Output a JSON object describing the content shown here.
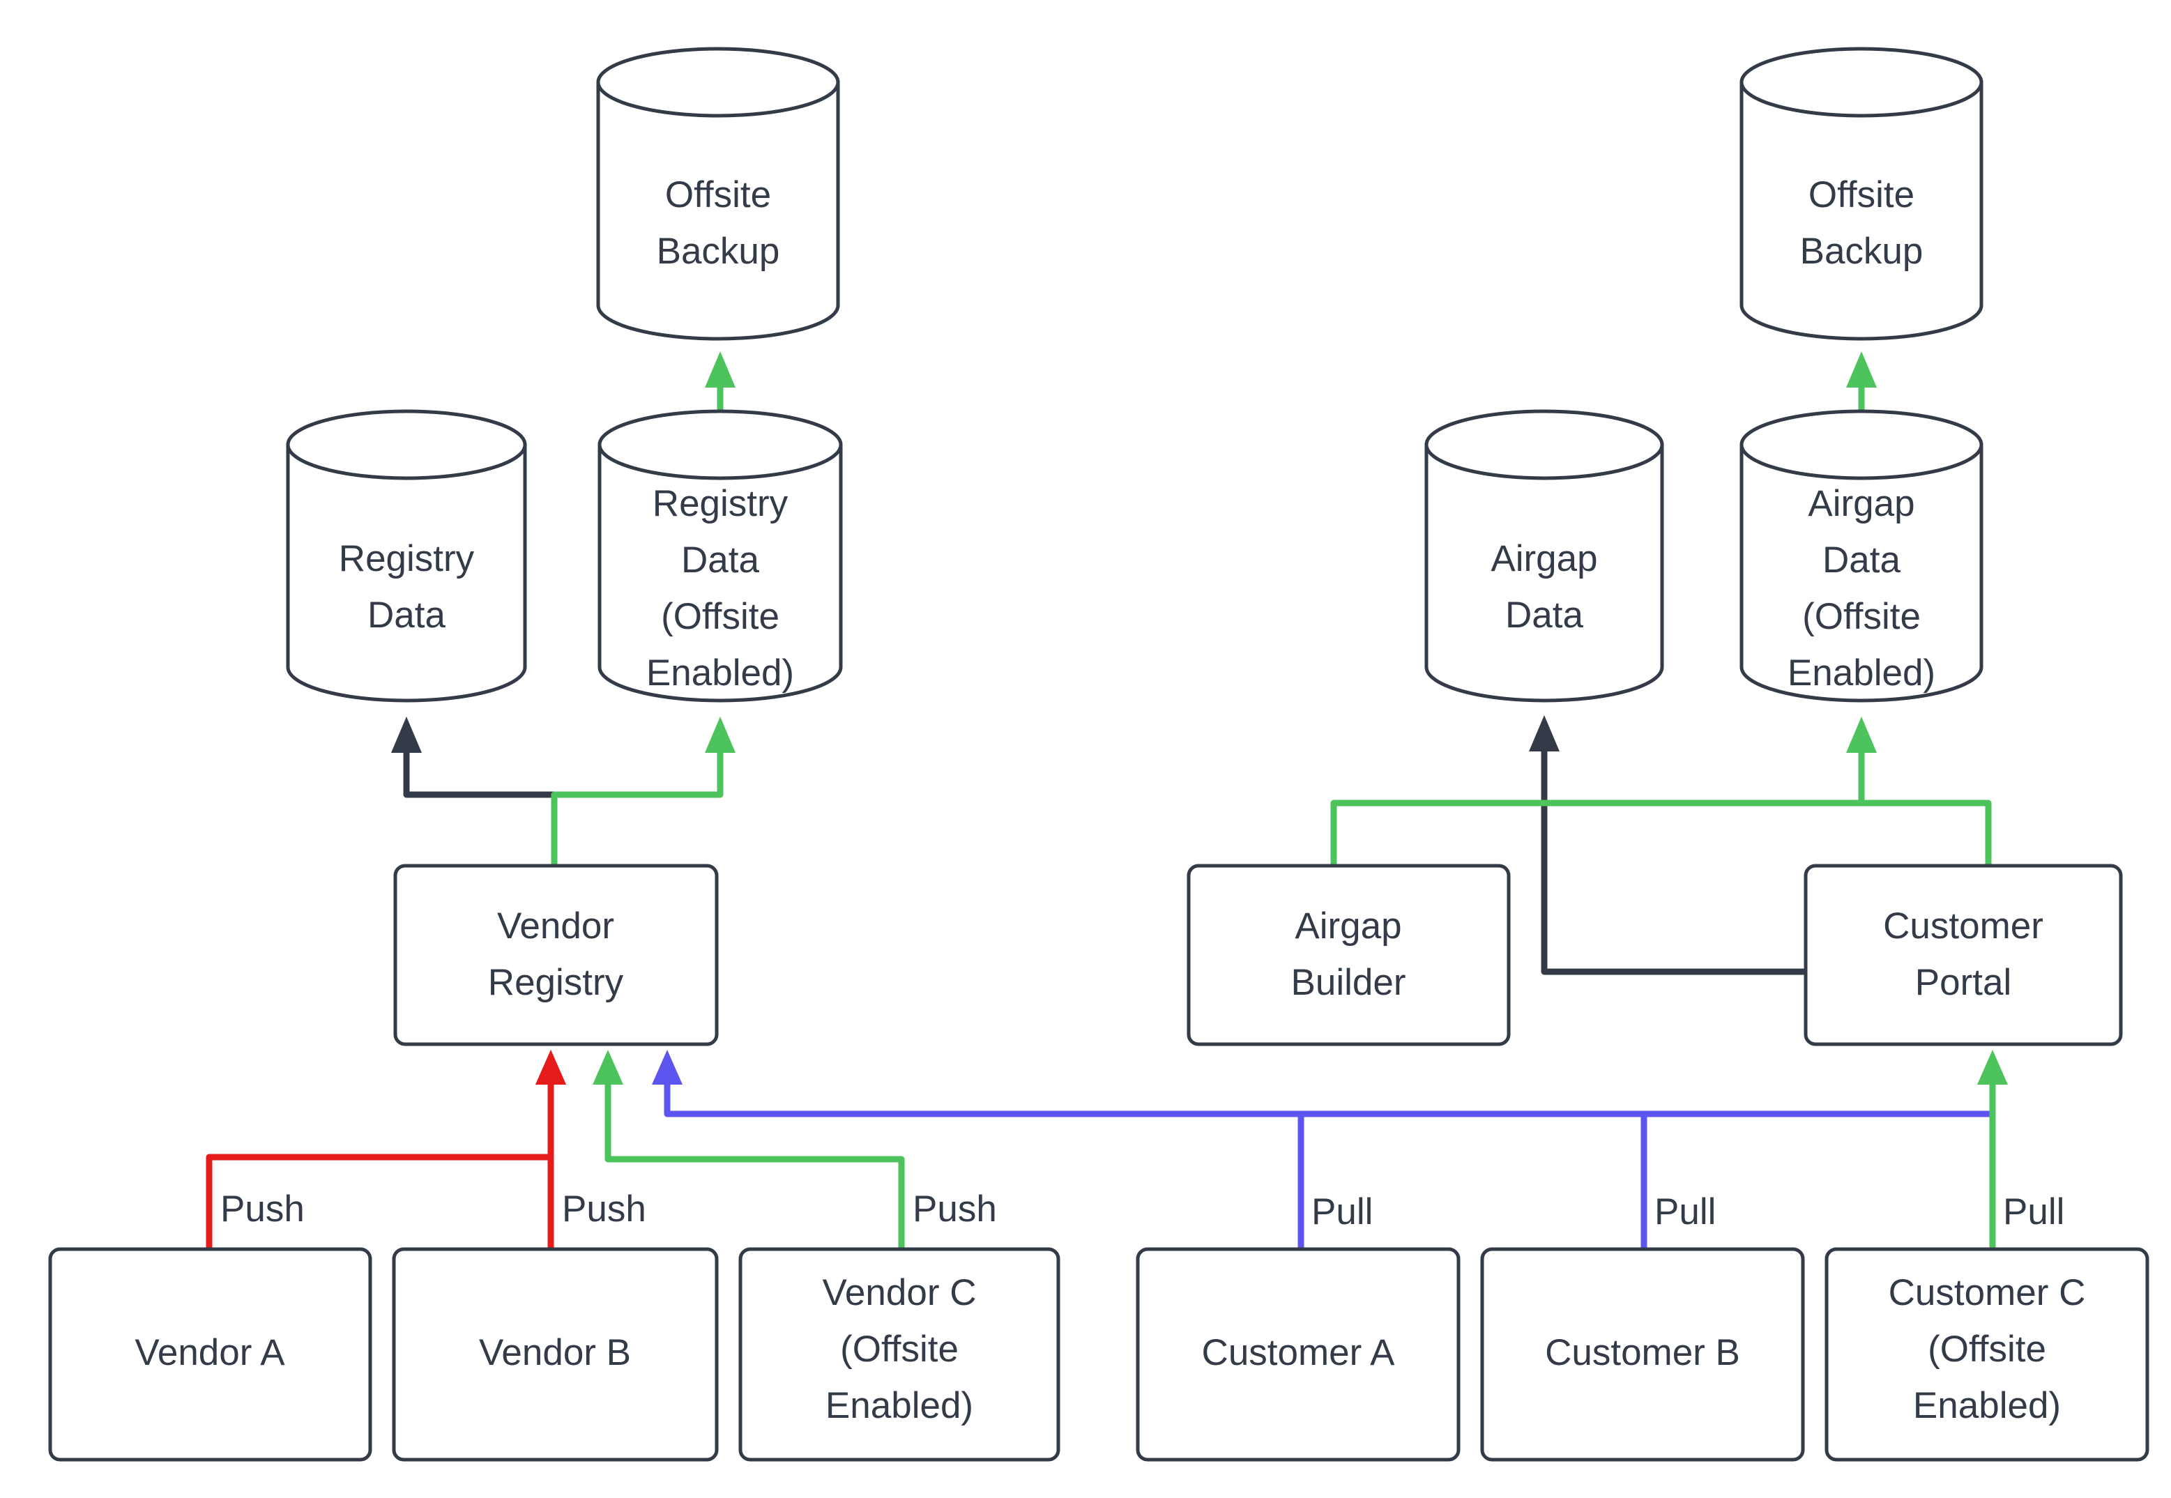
{
  "diagram": {
    "background_color": "#ffffff",
    "stroke_color": "#333B48",
    "colors": {
      "dark": "#333B48",
      "green": "#4CC35C",
      "red": "#E61C1C",
      "blue": "#5D55F0"
    },
    "nodes": {
      "offsite_backup_left": {
        "label": "Offsite\nBackup",
        "line1": "Offsite",
        "line2": "Backup",
        "shape": "cylinder"
      },
      "registry_data": {
        "label": "Registry\nData",
        "line1": "Registry",
        "line2": "Data",
        "shape": "cylinder"
      },
      "registry_data_offsite": {
        "label": "Registry\nData\n(Offsite\nEnabled)",
        "line1": "Registry",
        "line2": "Data",
        "line3": "(Offsite",
        "line4": "Enabled)",
        "shape": "cylinder"
      },
      "vendor_registry": {
        "label": "Vendor\nRegistry",
        "line1": "Vendor",
        "line2": "Registry",
        "shape": "box"
      },
      "vendor_a": {
        "label": "Vendor A",
        "line1": "Vendor A",
        "shape": "box"
      },
      "vendor_b": {
        "label": "Vendor B",
        "line1": "Vendor B",
        "shape": "box"
      },
      "vendor_c": {
        "label": "Vendor C\n(Offsite\nEnabled)",
        "line1": "Vendor C",
        "line2": "(Offsite",
        "line3": "Enabled)",
        "shape": "box"
      },
      "offsite_backup_right": {
        "label": "Offsite\nBackup",
        "line1": "Offsite",
        "line2": "Backup",
        "shape": "cylinder"
      },
      "airgap_data": {
        "label": "Airgap\nData",
        "line1": "Airgap",
        "line2": "Data",
        "shape": "cylinder"
      },
      "airgap_data_offsite": {
        "label": "Airgap\nData\n(Offsite\nEnabled)",
        "line1": "Airgap",
        "line2": "Data",
        "line3": "(Offsite",
        "line4": "Enabled)",
        "shape": "cylinder"
      },
      "airgap_builder": {
        "label": "Airgap\nBuilder",
        "line1": "Airgap",
        "line2": "Builder",
        "shape": "box"
      },
      "customer_portal": {
        "label": "Customer\nPortal",
        "line1": "Customer",
        "line2": "Portal",
        "shape": "box"
      },
      "customer_a": {
        "label": "Customer A",
        "line1": "Customer A",
        "shape": "box"
      },
      "customer_b": {
        "label": "Customer B",
        "line1": "Customer B",
        "shape": "box"
      },
      "customer_c": {
        "label": "Customer C\n(Offsite\nEnabled)",
        "line1": "Customer C",
        "line2": "(Offsite",
        "line3": "Enabled)",
        "shape": "box"
      }
    },
    "edge_labels": {
      "vendor_a_push": "Push",
      "vendor_b_push": "Push",
      "vendor_c_push": "Push",
      "customer_a_pull": "Pull",
      "customer_b_pull": "Pull",
      "customer_c_pull": "Pull"
    },
    "edges": [
      {
        "from": "vendor_a",
        "to": "vendor_registry",
        "label": "Push",
        "color": "#E61C1C"
      },
      {
        "from": "vendor_b",
        "to": "vendor_registry",
        "label": "Push",
        "color": "#E61C1C"
      },
      {
        "from": "vendor_c",
        "to": "vendor_registry",
        "label": "Push",
        "color": "#4CC35C"
      },
      {
        "from": "vendor_registry",
        "to": "registry_data",
        "label": "",
        "color": "#333B48"
      },
      {
        "from": "vendor_registry",
        "to": "registry_data_offsite",
        "label": "",
        "color": "#4CC35C"
      },
      {
        "from": "registry_data_offsite",
        "to": "offsite_backup_left",
        "label": "",
        "color": "#4CC35C"
      },
      {
        "from": "customer_a",
        "to": "vendor_registry",
        "label": "Pull",
        "color": "#5D55F0"
      },
      {
        "from": "customer_b",
        "to": "vendor_registry",
        "label": "Pull",
        "color": "#5D55F0"
      },
      {
        "from": "customer_c",
        "to": "customer_portal",
        "label": "Pull",
        "color": "#4CC35C"
      },
      {
        "from": "customer_portal",
        "to": "airgap_data",
        "label": "",
        "color": "#333B48"
      },
      {
        "from": "customer_portal",
        "to": "airgap_data_offsite",
        "label": "",
        "color": "#4CC35C"
      },
      {
        "from": "airgap_builder",
        "to": "airgap_data_offsite",
        "label": "",
        "color": "#4CC35C"
      },
      {
        "from": "airgap_data_offsite",
        "to": "offsite_backup_right",
        "label": "",
        "color": "#4CC35C"
      }
    ]
  }
}
